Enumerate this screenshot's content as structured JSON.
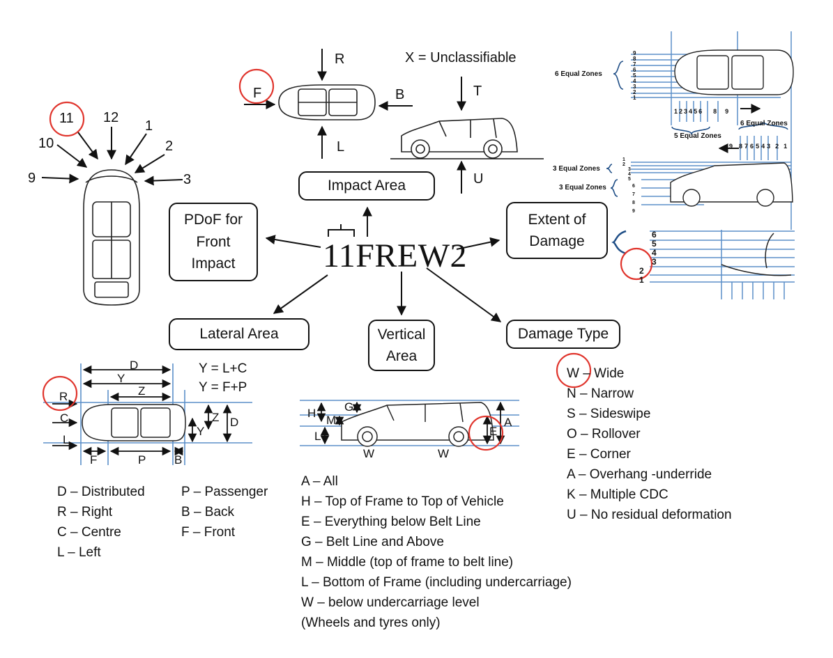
{
  "code": "11FREW2",
  "boxes": {
    "impact_area": "Impact Area",
    "pdof": "PDoF for\nFront\nImpact",
    "extent": "Extent of\nDamage",
    "lateral": "Lateral Area",
    "vertical": "Vertical\nArea",
    "damage_type": "Damage Type"
  },
  "clock": [
    "1",
    "2",
    "3",
    "9",
    "10",
    "11",
    "12"
  ],
  "impact_dirs": {
    "r": "R",
    "f": "F",
    "b": "B",
    "l": "L",
    "t": "T",
    "u": "U",
    "x": "X = Unclassifiable"
  },
  "extent_labels": {
    "six_top": "6 Equal Zones",
    "five": "5 Equal Zones",
    "six_right": "6 Equal Zones",
    "three_a": "3 Equal Zones",
    "three_b": "3 Equal Zones",
    "zone_top": [
      "9",
      "8",
      "7",
      "6",
      "5",
      "4",
      "3",
      "2",
      "1"
    ],
    "zone_bottom_left": [
      "1",
      "2",
      "3",
      "4",
      "5",
      "6",
      "8",
      "9"
    ],
    "zone_right": [
      "9",
      "8",
      "7",
      "6",
      "5",
      "4",
      "3",
      "2",
      "1"
    ],
    "zone_side": [
      "1",
      "2",
      "3",
      "4",
      "5",
      "6",
      "7",
      "8",
      "9"
    ],
    "zone_detail": [
      "6",
      "5",
      "4",
      "3",
      "2",
      "1"
    ]
  },
  "lateral_dims": {
    "d": "D",
    "y": "Y",
    "z": "Z",
    "r": "R",
    "c": "C",
    "l": "L",
    "f": "F",
    "p": "P",
    "b": "B",
    "eq1": "Y = L+C",
    "eq2": "Y = F+P"
  },
  "vertical_dims": {
    "h": "H",
    "g": "G",
    "m": "M",
    "l": "L",
    "a": "A",
    "e": "E",
    "w1": "W",
    "w2": "W"
  },
  "lateral_legend_left": [
    "D – Distributed",
    "R – Right",
    "C – Centre",
    "L – Left"
  ],
  "lateral_legend_right": [
    "P – Passenger",
    "B – Back",
    "F – Front"
  ],
  "vertical_legend": [
    "A – All",
    "H – Top of Frame to Top of Vehicle",
    "E – Everything below Belt Line",
    "G – Belt Line and Above",
    "M – Middle (top of frame to belt line)",
    "L – Bottom of Frame (including undercarriage)",
    "W – below undercarriage level",
    "(Wheels and tyres only)"
  ],
  "damage_legend": [
    "W – Wide",
    "N – Narrow",
    "S – Sideswipe",
    "O – Rollover",
    "E – Corner",
    "A – Overhang -underride",
    "K – Multiple CDC",
    "U – No residual deformation"
  ],
  "colors": {
    "accent_blue": "#5b8fc9",
    "highlight_red": "#e0342c",
    "ink": "#111111"
  }
}
